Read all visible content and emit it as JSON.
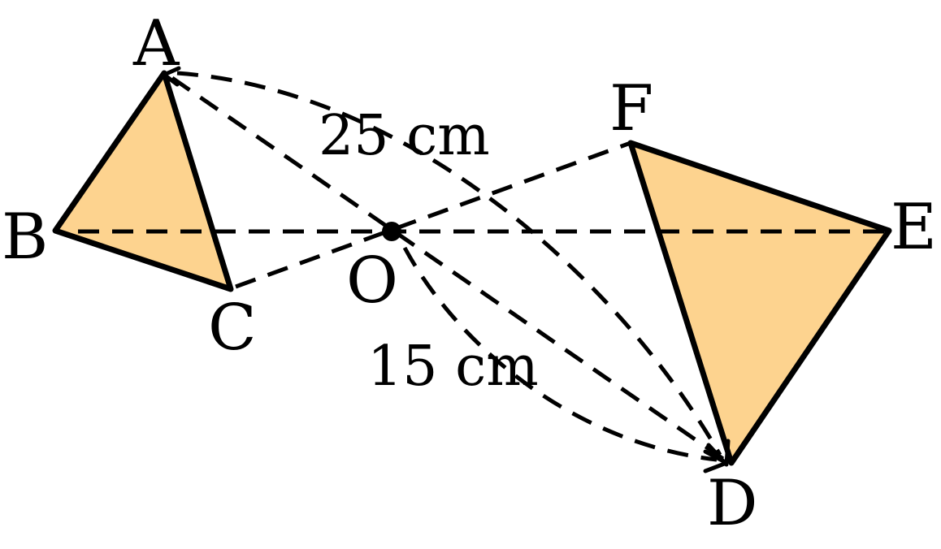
{
  "colors": {
    "triangle_fill": "#FDD38F",
    "stroke": "#000000",
    "background": "#FFFFFF"
  },
  "points": {
    "A": "A",
    "B": "B",
    "C": "C",
    "D": "D",
    "E": "E",
    "F": "F",
    "O": "O"
  },
  "measurements": {
    "outer": "25 cm",
    "inner": "15 cm"
  }
}
